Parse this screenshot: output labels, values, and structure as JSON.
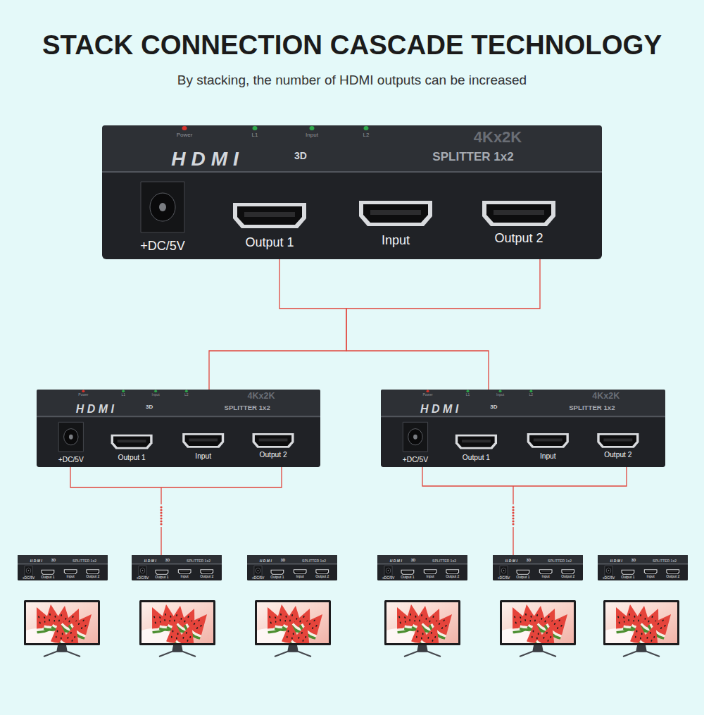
{
  "diagram": {
    "title": "STACK CONNECTION CASCADE TECHNOLOGY",
    "caption": "By stacking, the number of HDMI outputs can be increased",
    "nodes": [
      {
        "text": [
          "Power",
          "L1",
          "Input",
          "L2",
          "4Kx2K",
          "HDMI",
          "3D",
          "SPLITTER 1x2",
          "+DC/5V",
          "Output 1",
          "Input",
          "Output 2"
        ]
      },
      {
        "text": [
          "Power",
          "L1",
          "Input",
          "L2",
          "4Kx2K",
          "HDMI",
          "3D",
          "SPLITTER 1x2",
          "+DC/5V",
          "Output 1",
          "Input",
          "Output 2"
        ]
      },
      {
        "text": [
          "Power",
          "L1",
          "Input",
          "L2",
          "4Kx2K",
          "HDMI",
          "3D",
          "SPLITTER 1x2",
          "+DC/5V",
          "Output 1",
          "Input",
          "Output 2"
        ]
      },
      {
        "text": [
          "HDMI",
          "3D",
          "SPLITTER 1x2",
          "+DC/5V",
          "Output 1",
          "Input",
          "Output 2"
        ]
      },
      {
        "text": [
          "HDMI",
          "3D",
          "SPLITTER 1x2",
          "+DC/5V",
          "Output 1",
          "Input",
          "Output 2"
        ]
      },
      {
        "text": [
          "HDMI",
          "3D",
          "SPLITTER 1x2",
          "+DC/5V",
          "Output 1",
          "Input",
          "Output 2"
        ]
      },
      {
        "text": [
          "HDMI",
          "3D",
          "SPLITTER 1x2",
          "+DC/5V",
          "Output 1",
          "Input",
          "Output 2"
        ]
      },
      {
        "text": [
          "HDMI",
          "3D",
          "SPLITTER 1x2",
          "+DC/5V",
          "Output 1",
          "Input",
          "Output 2"
        ]
      },
      {
        "text": [
          "HDMI",
          "3D",
          "SPLITTER 1x2",
          "+DC/5V",
          "Output 1",
          "Input",
          "Output 2"
        ]
      }
    ],
    "edges": [
      {
        "from": 0,
        "to": 1,
        "arrow": "none"
      },
      {
        "from": 0,
        "to": 2,
        "arrow": "none"
      },
      {
        "from": 1,
        "to": 4,
        "arrow": "none"
      },
      {
        "from": 2,
        "to": 7,
        "arrow": "none"
      }
    ]
  }
}
